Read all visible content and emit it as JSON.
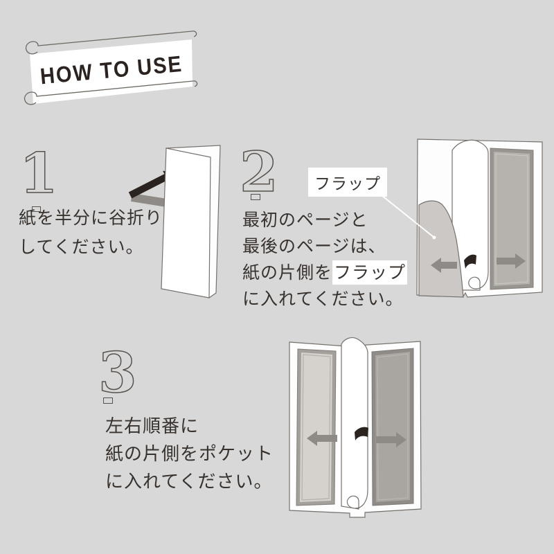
{
  "banner": {
    "label": "HOW TO USE"
  },
  "steps": [
    {
      "number": "1",
      "lines": [
        "紙を半分に谷折り",
        "してください。"
      ]
    },
    {
      "number": "2",
      "callout": "フラップ",
      "lines": [
        "最初のページと",
        "最後のページは、"
      ],
      "line3_prefix": "紙の片側を",
      "line3_highlight": "フラップ",
      "line4": "に入れてください。"
    },
    {
      "number": "3",
      "lines": [
        "左右順番に",
        "紙の片側をポケット",
        "に入れてください。"
      ]
    }
  ],
  "colors": {
    "background": "#d8d8d8",
    "text": "#38322e",
    "dark_accent": "#2b2320",
    "gray_arrow": "#8e8a86",
    "outline": "#76716c",
    "highlight_bg": "#ffffff"
  }
}
